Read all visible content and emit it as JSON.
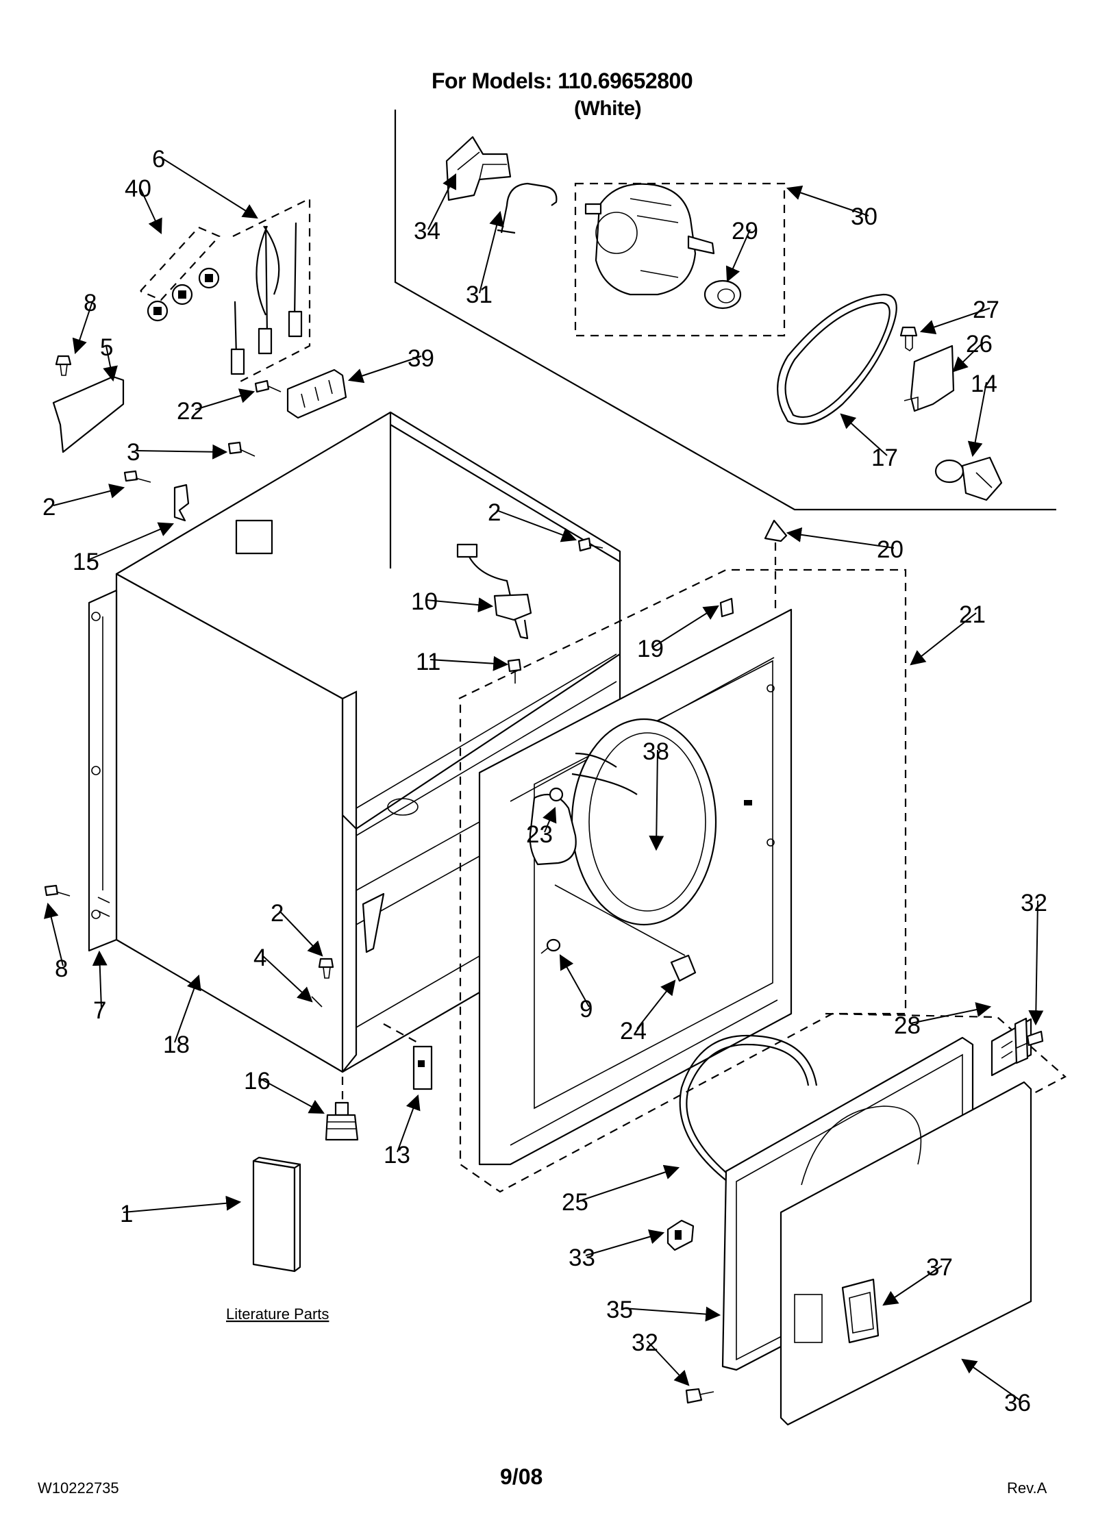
{
  "header": {
    "models_line": "For Models: 110.69652800",
    "color_line": "(White)"
  },
  "footer": {
    "doc_number": "W10222735",
    "date": "9/08",
    "revision": "Rev.A"
  },
  "literature_label": "Literature Parts",
  "labels": [
    "6",
    "40",
    "8",
    "5",
    "39",
    "22",
    "3",
    "2",
    "15",
    "34",
    "31",
    "29",
    "30",
    "27",
    "26",
    "14",
    "17",
    "2",
    "20",
    "10",
    "11",
    "19",
    "21",
    "38",
    "23",
    "8",
    "7",
    "18",
    "2",
    "4",
    "9",
    "24",
    "32",
    "28",
    "16",
    "13",
    "1",
    "25",
    "33",
    "37",
    "35",
    "32",
    "36"
  ]
}
